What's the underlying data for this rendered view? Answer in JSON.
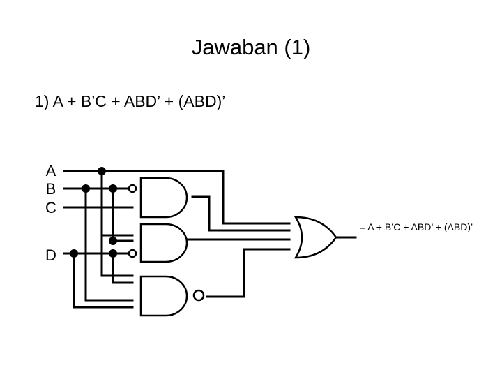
{
  "slide": {
    "title": "Jawaban (1)",
    "expression": "1)  A + B’C + ABD’ + (ABD)’",
    "result": "= A + B’C + ABD’ + (ABD)’"
  },
  "inputs": {
    "a": "A",
    "b": "B",
    "c": "C",
    "d": "D"
  },
  "colors": {
    "wire": "#000000",
    "background": "#ffffff"
  }
}
